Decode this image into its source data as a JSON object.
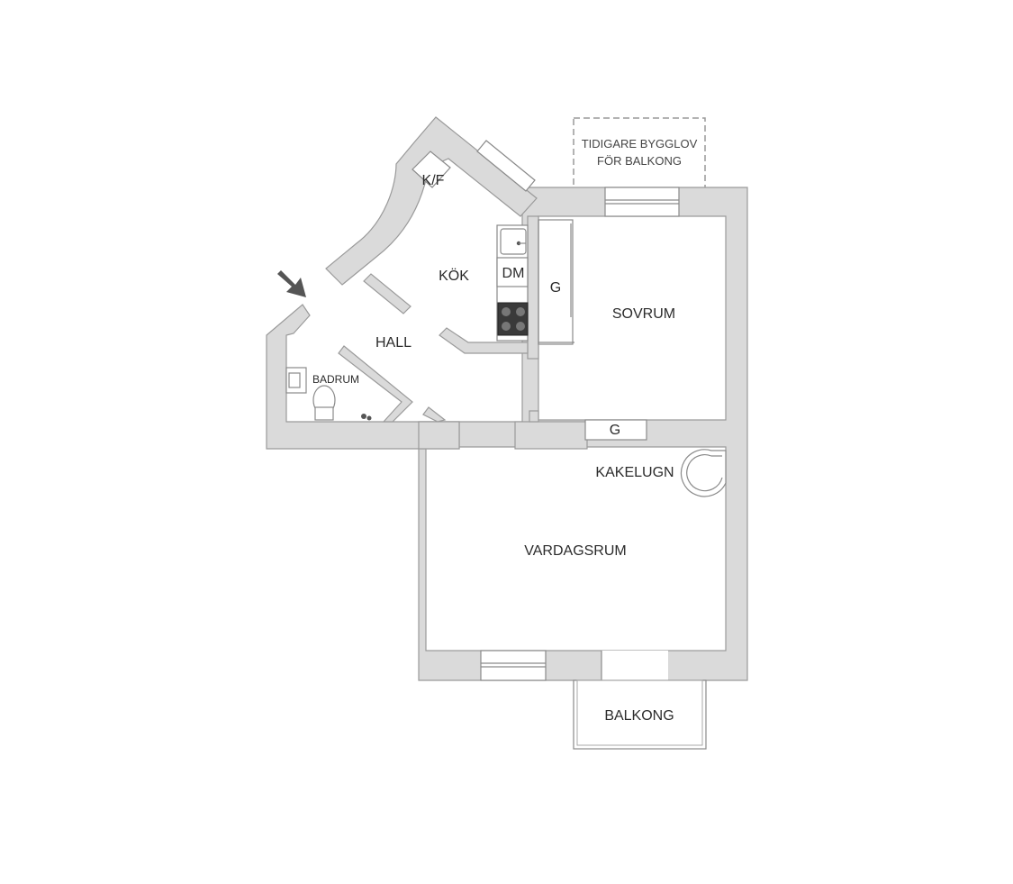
{
  "rooms": {
    "kok": "KÖK",
    "hall": "HALL",
    "badrum": "BADRUM",
    "sovrum": "SOVRUM",
    "vardagsrum": "VARDAGSRUM",
    "balkong": "BALKONG",
    "kakelugn": "KAKELUGN"
  },
  "fixtures": {
    "kf": "K/F",
    "dm": "DM",
    "wardrobe_kitchen": "G",
    "wardrobe_bedroom": "G"
  },
  "note": {
    "line1": "TIDIGARE BYGGLOV",
    "line2": "FÖR BALKONG"
  },
  "colors": {
    "wall": "#dadada",
    "floor": "#ffffff",
    "entrance_arrow": "#555555"
  }
}
